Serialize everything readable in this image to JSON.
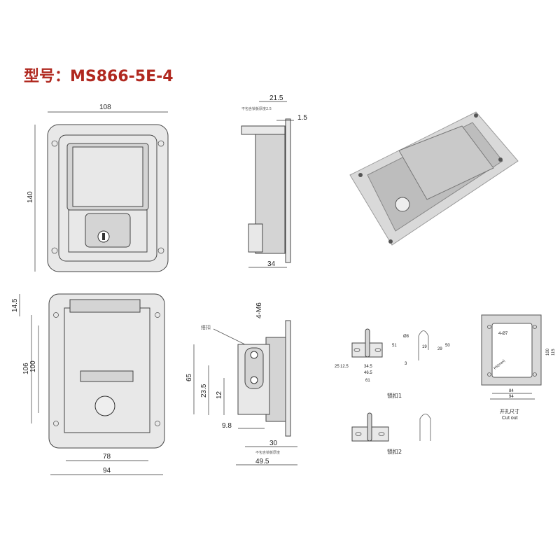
{
  "title": "型号：MS866-5E-4",
  "front_view": {
    "width": "108",
    "height": "140"
  },
  "side_view": {
    "depth": "21.5",
    "note": "不包含锁板厚度2.5",
    "flange": "1.5",
    "projection": "34"
  },
  "back_view": {
    "top_offset": "14.5",
    "hole_vertical": "106",
    "inner_height": "100",
    "inner_width": "78",
    "outer_width": "94"
  },
  "section_view": {
    "thread": "4-M6",
    "hasp_label": "搭扣",
    "height": "65",
    "d1": "23.5",
    "d2": "12",
    "d3": "9.8",
    "d4": "30",
    "d5": "49.5",
    "note": "不包含锁板厚度"
  },
  "hasp1": {
    "label": "锁扣1",
    "dims": [
      "51",
      "25",
      "12.5",
      "34.5",
      "46.5",
      "61",
      "Ø8",
      "19",
      "29",
      "50",
      "3"
    ]
  },
  "hasp2": {
    "label": "锁扣2"
  },
  "cutout": {
    "label_cn": "开孔尺寸",
    "label_en": "Cut out",
    "holes": "4-Ø7",
    "radius": "R5(max)",
    "d_inner_w": "84",
    "d_outer_w": "94",
    "d_inner_h": "100",
    "d_outer_h": "115"
  },
  "colors": {
    "title": "#b0281f"
  }
}
